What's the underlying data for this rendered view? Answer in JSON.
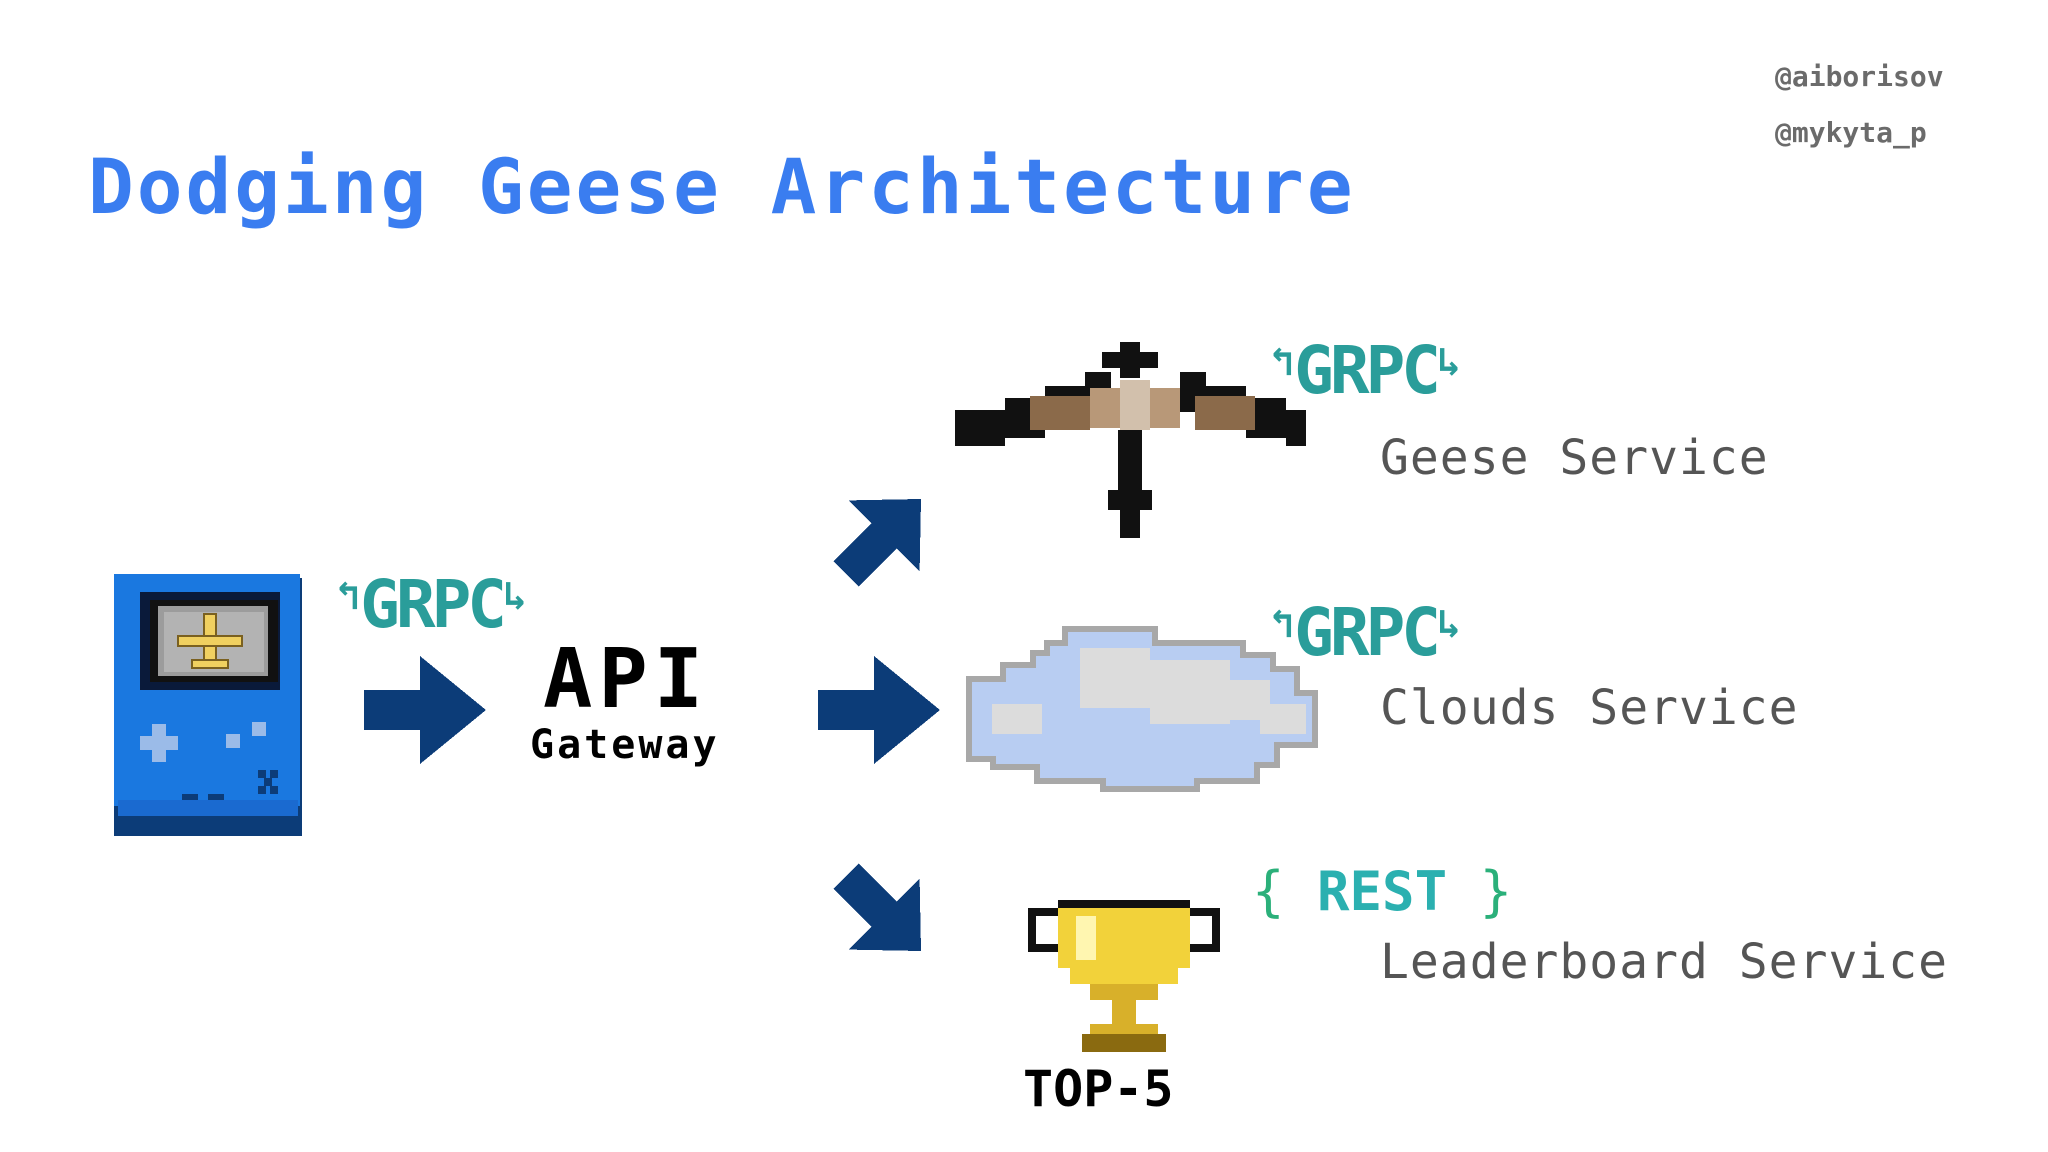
{
  "title": "Dodging Geese Architecture",
  "authors": [
    "@aiborisov",
    "@mykyta_p"
  ],
  "gateway": {
    "title": "API",
    "subtitle": "Gateway"
  },
  "protocols": {
    "client_to_gateway": "GRPC",
    "geese": "GRPC",
    "clouds": "GRPC",
    "leaderboard": {
      "open": "{",
      "label": "REST",
      "close": "}"
    }
  },
  "services": {
    "geese": "Geese Service",
    "clouds": "Clouds Service",
    "leaderboard": "Leaderboard Service"
  },
  "trophy_label": "TOP-5",
  "colors": {
    "title": "#3a7df0",
    "arrow": "#0c3c78",
    "grpc": "#2a9d9a",
    "rest": "#2bb0b0",
    "service_text": "#555555",
    "handle_text": "#6b6b6b",
    "device_body": "#1a78e0",
    "cloud": "#b8cdf2"
  },
  "icons": {
    "client": "handheld-console-icon",
    "screen": "airplane-icon",
    "geese": "goose-icon",
    "clouds": "cloud-icon",
    "leaderboard": "trophy-icon"
  }
}
